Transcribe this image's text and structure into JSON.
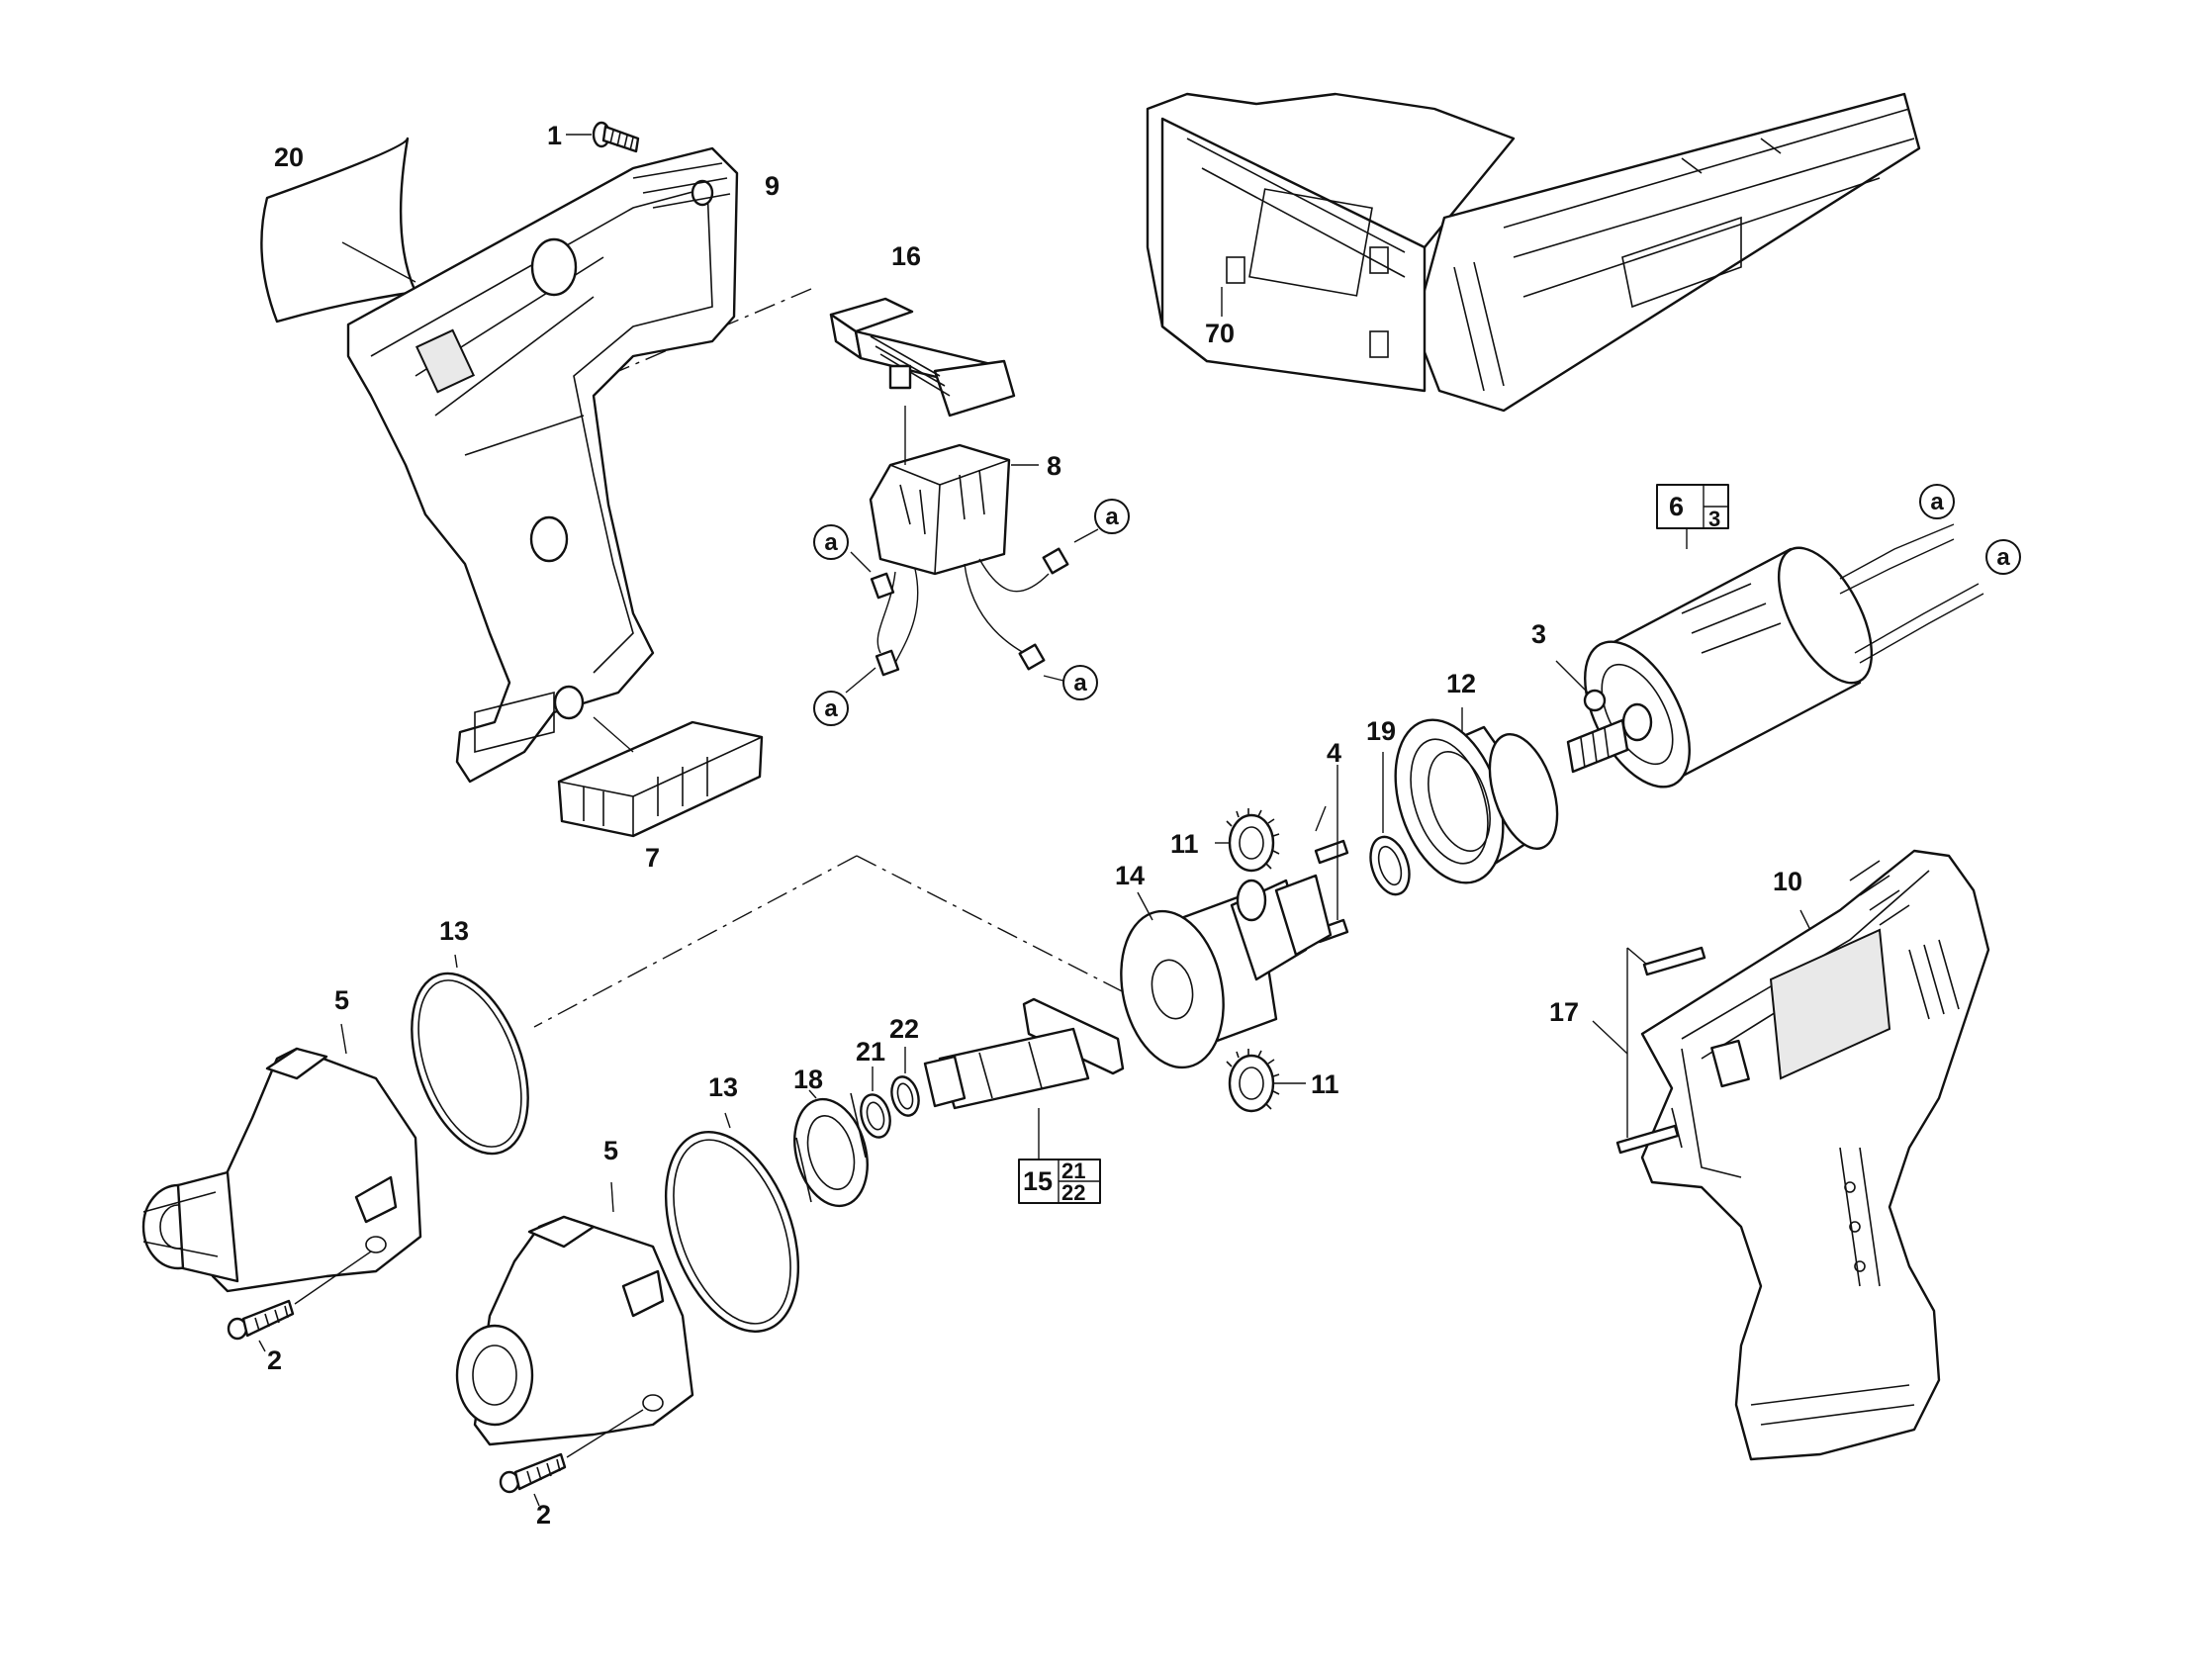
{
  "diagram": {
    "labels": {
      "p1": "1",
      "p2a": "2",
      "p2b": "2",
      "p3": "3",
      "p4": "4",
      "p5a": "5",
      "p5b": "5",
      "p6": "6",
      "p6_sub": "3",
      "p7": "7",
      "p8": "8",
      "p9": "9",
      "p10": "10",
      "p11a": "11",
      "p11b": "11",
      "p12": "12",
      "p13a": "13",
      "p13b": "13",
      "p14": "14",
      "p15": "15",
      "p15_sub1": "21",
      "p15_sub2": "22",
      "p16": "16",
      "p17": "17",
      "p18": "18",
      "p19": "19",
      "p20": "20",
      "p21": "21",
      "p22": "22",
      "p70": "70"
    },
    "connectors": {
      "a1": "a",
      "a2": "a",
      "a3": "a",
      "a4": "a",
      "a5": "a",
      "a6": "a"
    }
  }
}
